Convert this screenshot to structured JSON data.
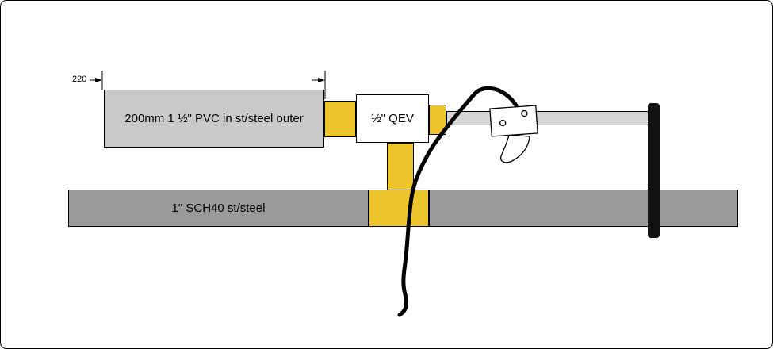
{
  "dimension": {
    "label": "220"
  },
  "labels": {
    "pvc": "200mm 1 ½\" PVC in st/steel outer",
    "qev": "½\" QEV",
    "steel_pipe": "1\" SCH40 st/steel"
  },
  "colors": {
    "background": "#ffffff",
    "outline": "#000000",
    "pvc_fill": "#c9c9c9",
    "steel_fill": "#9a9a9a",
    "rod_fill": "#d5d5d5",
    "fitting_fill": "#eec42c",
    "bar": "#111111",
    "cable": "#000000"
  }
}
